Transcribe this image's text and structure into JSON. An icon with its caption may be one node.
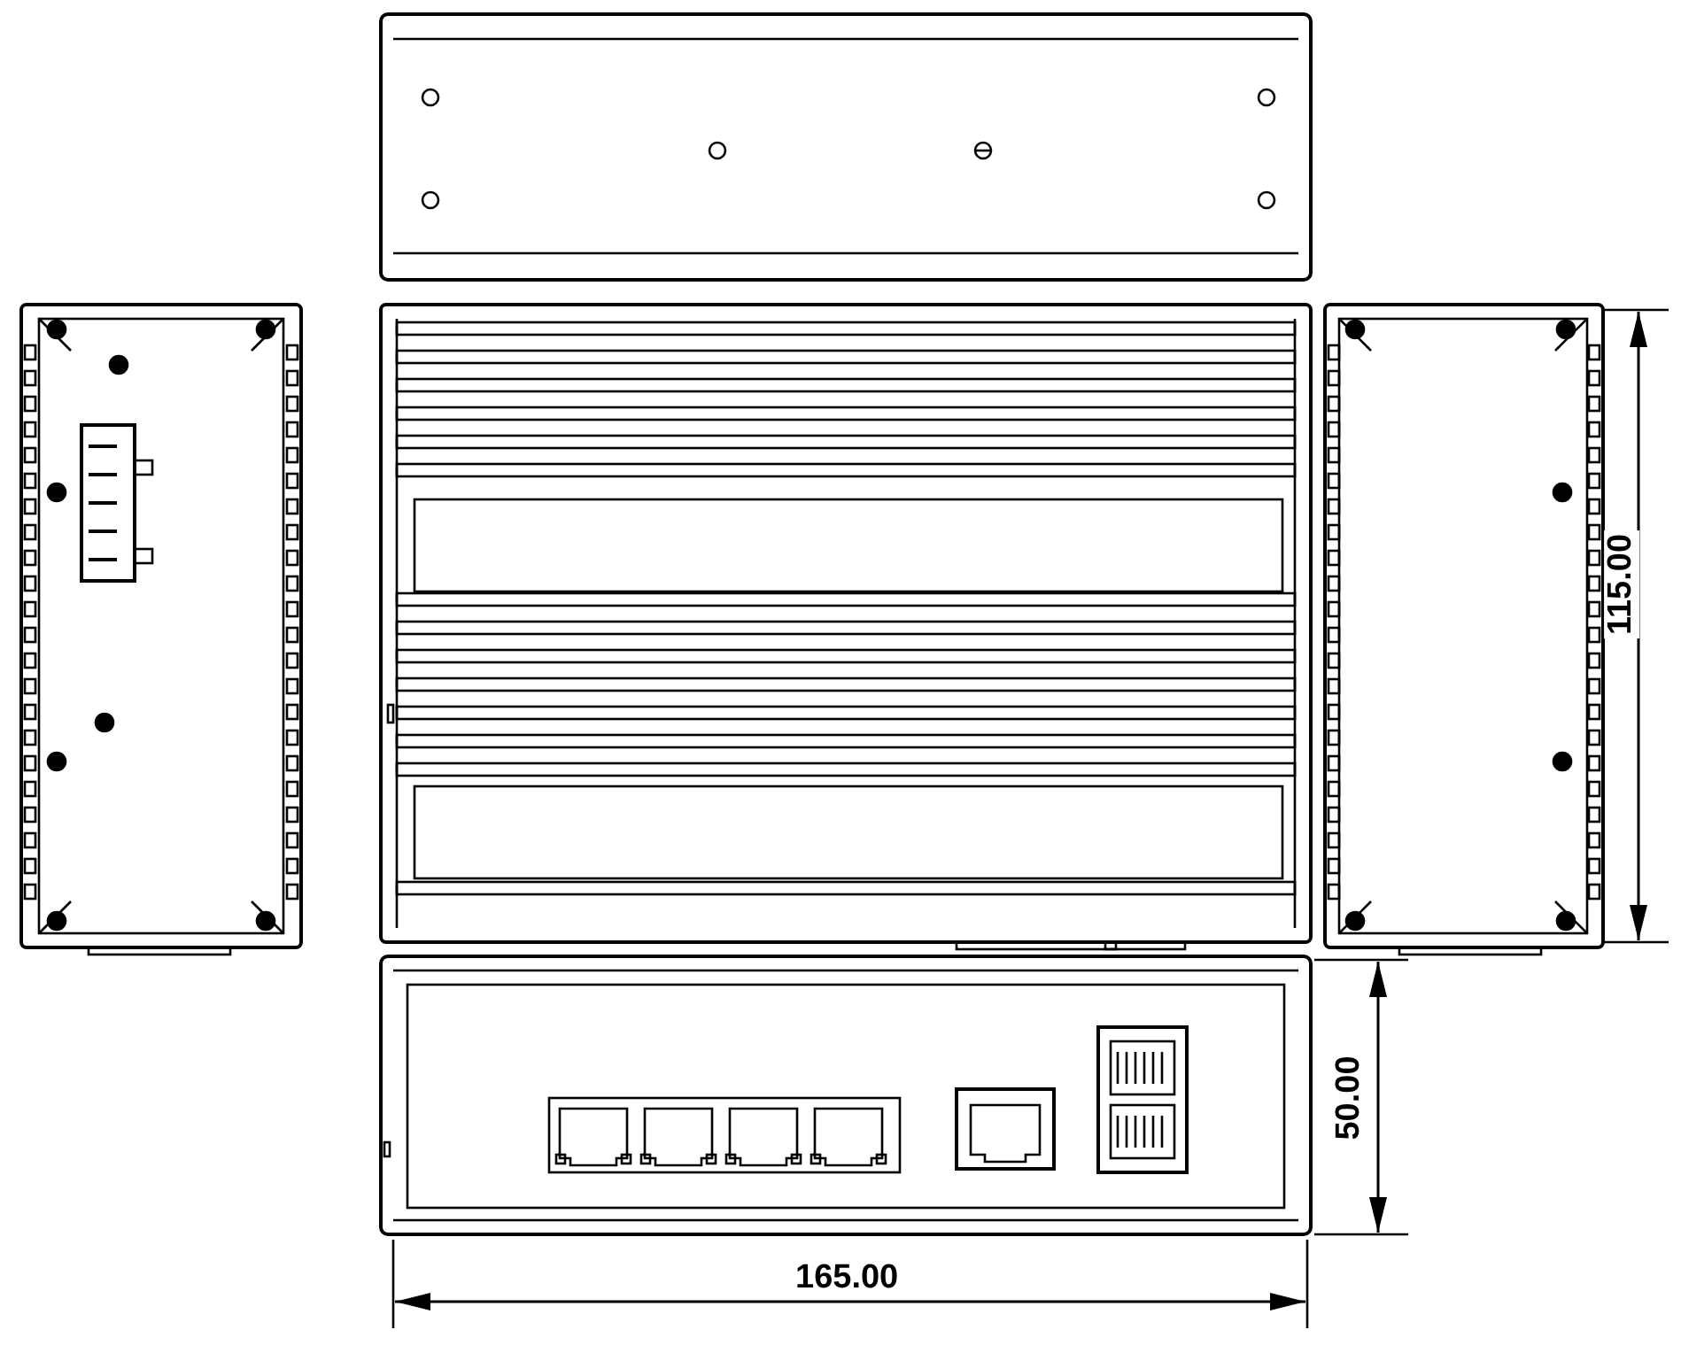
{
  "diagram": {
    "labels": [
      "115.00",
      "50.00",
      "165.00"
    ]
  }
}
